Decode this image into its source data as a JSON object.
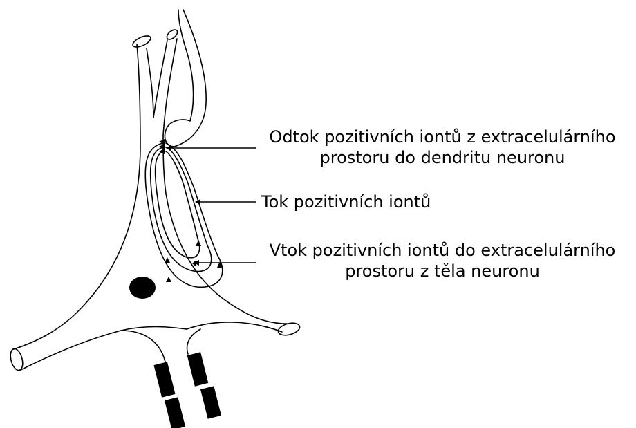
{
  "labels": {
    "outflow": {
      "line1": "Odtok pozitivních iontů z extracelulárního",
      "line2": "prostoru do dendritu neuronu"
    },
    "flow": {
      "line1": "Tok pozitivních iontů"
    },
    "inflow": {
      "line1": "Vtok pozitivních iontů do extracelulárního",
      "line2": "prostoru z těla neuronu"
    }
  },
  "colors": {
    "stroke": "#000000",
    "fill": "#ffffff"
  }
}
